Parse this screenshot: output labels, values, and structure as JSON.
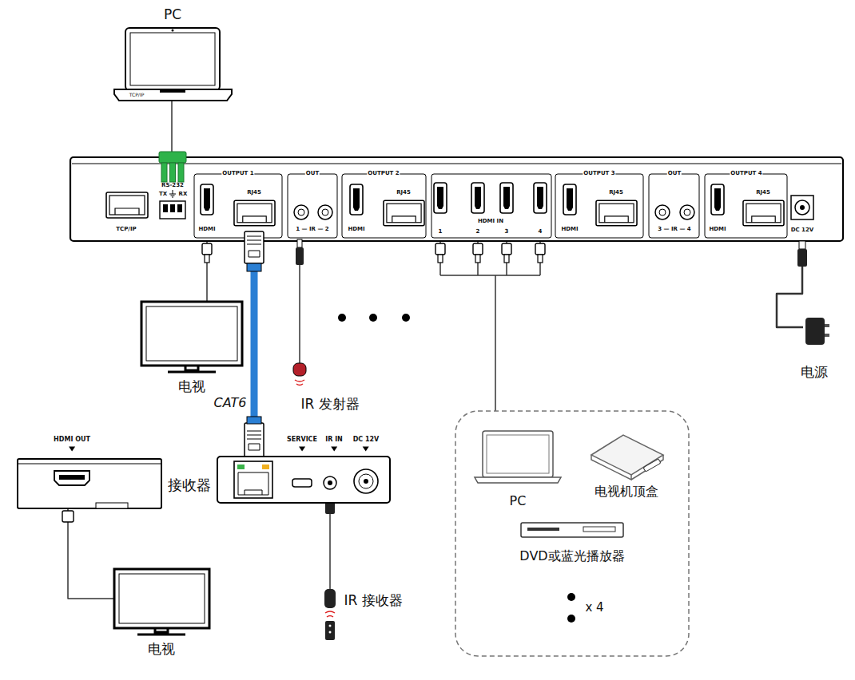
{
  "diagram": {
    "nodes": [
      {
        "text": [
          "PC",
          "TCP/IP"
        ]
      },
      {
        "text": [
          "TCP/IP",
          "RS-232",
          "TX",
          "RX",
          "OUTPUT 1",
          "HDMI",
          "RJ45",
          "OUT",
          "1 — IR — 2",
          "OUTPUT 2",
          "HDMI",
          "RJ45",
          "HDMI IN",
          "1",
          "2",
          "3",
          "4",
          "OUTPUT 3",
          "HDMI",
          "RJ45",
          "OUT",
          "3 — IR — 4",
          "OUTPUT 4",
          "HDMI",
          "RJ45",
          "DC 12V"
        ]
      },
      {
        "text": [
          "电视"
        ]
      },
      {
        "text": [
          "IR 发射器"
        ]
      },
      {
        "text": [
          "电源"
        ]
      },
      {
        "text": [
          "HDMI OUT"
        ]
      },
      {
        "text": [
          "SERVICE",
          "IR IN",
          "DC 12V"
        ]
      },
      {
        "text": [
          "电视"
        ]
      },
      {
        "text": [
          "IR 接收器"
        ]
      },
      {
        "text": [
          "x 4"
        ]
      },
      {
        "text": [
          "PC"
        ],
        "in": 9
      },
      {
        "text": [
          "电视机顶盒"
        ],
        "in": 9
      },
      {
        "text": [
          "DVD或蓝光播放器"
        ],
        "in": 9
      }
    ],
    "edges": [
      {
        "from": 0,
        "to": 1,
        "arrow": "none"
      },
      {
        "from": 1,
        "to": 2,
        "arrow": "none"
      },
      {
        "from": 1,
        "to": 6,
        "label": "CAT6",
        "arrow": "none"
      },
      {
        "from": 1,
        "to": 3,
        "arrow": "none"
      },
      {
        "from": 1,
        "to": 4,
        "arrow": "none"
      },
      {
        "from": 1,
        "to": 9,
        "arrow": "none"
      },
      {
        "from": 5,
        "to": 7,
        "arrow": "none"
      },
      {
        "from": 6,
        "to": 8,
        "arrow": "none"
      }
    ],
    "labels": [
      "接收器"
    ]
  }
}
